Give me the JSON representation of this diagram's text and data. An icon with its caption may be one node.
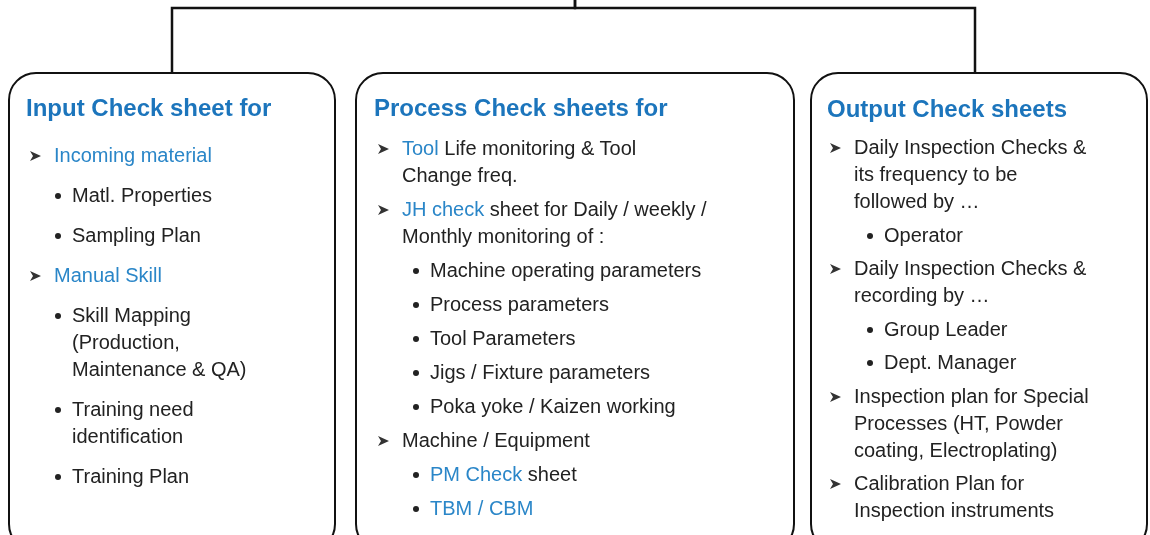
{
  "diagram": {
    "nodes": [
      {
        "text": [
          "Input Check sheet for",
          "Incoming material",
          "Matl. Properties",
          "Sampling Plan",
          "Manual Skill",
          "Skill Mapping (Production, Maintenance & QA)",
          "Training need identification",
          "Training Plan"
        ]
      },
      {
        "text": [
          "Process Check sheets for",
          "Tool Life monitoring & Tool Change freq.",
          "JH check sheet for Daily / weekly / Monthly monitoring of :",
          "Machine operating parameters",
          "Process parameters",
          "Tool Parameters",
          "Jigs / Fixture parameters",
          "Poka yoke / Kaizen working",
          "Machine / Equipment",
          "PM Check sheet",
          "TBM / CBM"
        ]
      },
      {
        "text": [
          "Output Check sheets",
          "Daily Inspection Checks & its frequency to be followed by …",
          "Operator",
          "Daily Inspection Checks & recording by …",
          "Group Leader",
          "Dept. Manager",
          "Inspection plan for Special Processes (HT, Powder coating, Electroplating)",
          "Calibration Plan for Inspection instruments"
        ]
      }
    ],
    "edges": [
      {
        "from": null,
        "to": 0,
        "arrow": "none"
      },
      {
        "from": null,
        "to": 2,
        "arrow": "none"
      }
    ]
  }
}
